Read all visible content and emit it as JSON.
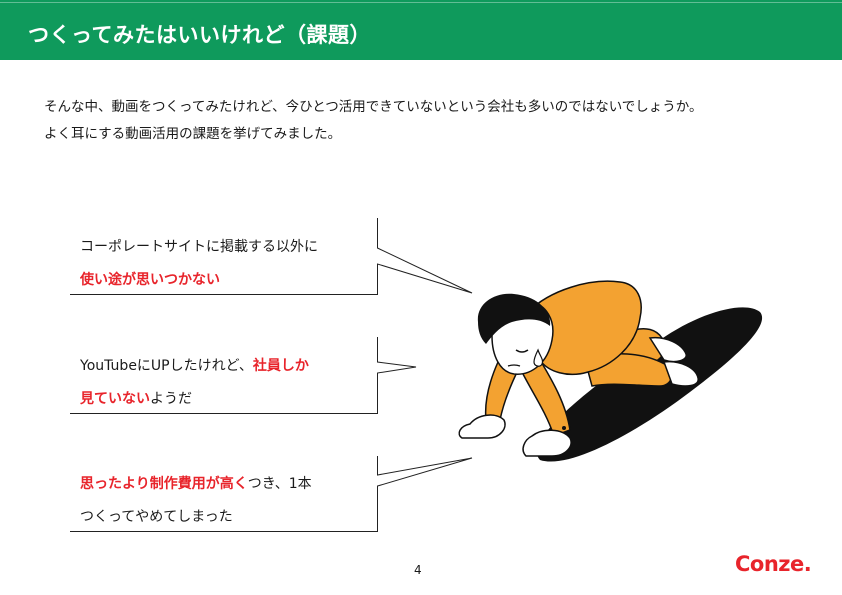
{
  "header": {
    "title": "つくってみたはいいけれど（課題）",
    "background_color": "#0f9a5c"
  },
  "intro": {
    "line1": "そんな中、動画をつくってみたけれど、今ひとつ活用できていないという会社も多いのではないでしょうか。",
    "line2": "よく耳にする動画活用の課題を挙げてみました。"
  },
  "callouts": [
    {
      "line1": "コーポレートサイトに掲載する以外に",
      "line2_highlight": "使い途が思いつかない"
    },
    {
      "line1_plain": "YouTubeにUPしたけれど、",
      "line1_highlight": "社員しか",
      "line2_highlight": "見ていない",
      "line2_plain": "ようだ"
    },
    {
      "line1_highlight": "思ったより制作費用が高く",
      "line1_plain": "つき、1本",
      "line2": "つくってやめてしまった"
    }
  ],
  "highlight_color": "#e8242b",
  "illustration": {
    "icon": "defeated-person-on-all-fours",
    "figure_color": "#f3a231",
    "shadow_color": "#111111"
  },
  "footer": {
    "page_number": "4",
    "logo": "Conze."
  }
}
